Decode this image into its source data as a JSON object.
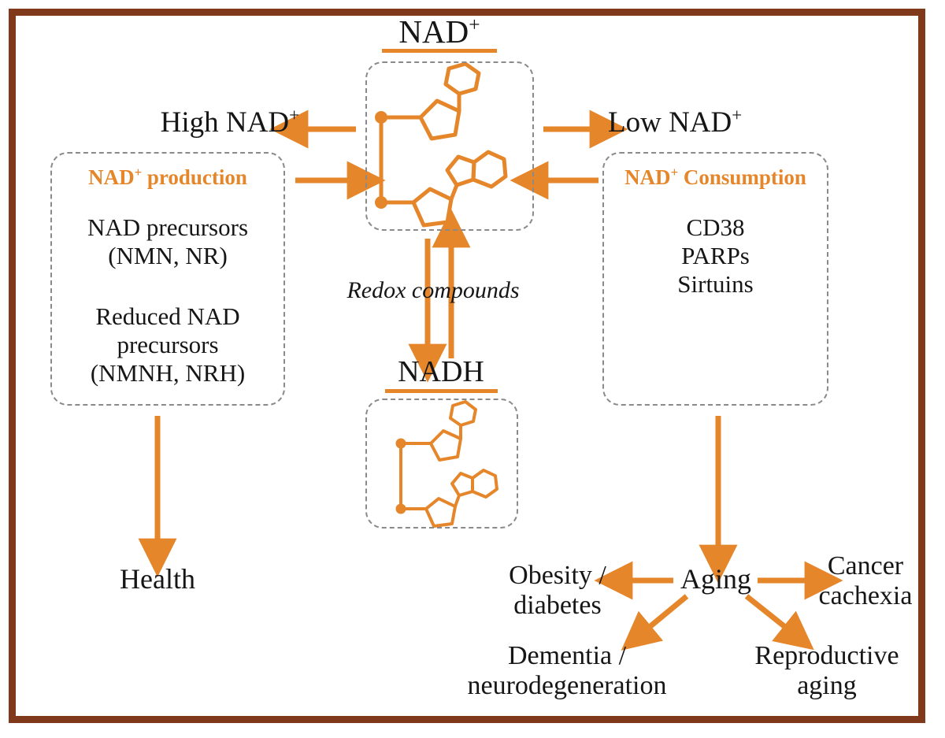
{
  "figure": {
    "title_nad": "NAD",
    "title_nad_sup": "+",
    "title_nadh": "NADH",
    "frame_color": "#80391A",
    "accent_color": "#E5862A",
    "dash_color": "#8a8a8a",
    "text_color": "#161616"
  },
  "labels": {
    "high_nad": "High NAD",
    "high_nad_sup": "+",
    "low_nad": "Low NAD",
    "low_nad_sup": "+",
    "redox": "Redox compounds",
    "health": "Health",
    "aging": "Aging"
  },
  "production_box": {
    "heading": "NAD",
    "heading_sup": "+",
    "heading_rest": " production",
    "items": [
      "NAD precursors",
      "(NMN, NR)",
      "Reduced NAD",
      "precursors",
      "(NMNH, NRH)"
    ]
  },
  "consumption_box": {
    "heading": "NAD",
    "heading_sup": "+",
    "heading_rest": " Consumption",
    "items": [
      "CD38",
      "PARPs",
      "Sirtuins"
    ]
  },
  "aging_outcomes": [
    {
      "id": "obesity",
      "line1": "Obesity /",
      "line2": "diabetes"
    },
    {
      "id": "cancer",
      "line1": "Cancer",
      "line2": "cachexia"
    },
    {
      "id": "dementia",
      "line1": "Dementia /",
      "line2": "neurodegeneration"
    },
    {
      "id": "reproductive",
      "line1": "Reproductive",
      "line2": "aging"
    }
  ]
}
